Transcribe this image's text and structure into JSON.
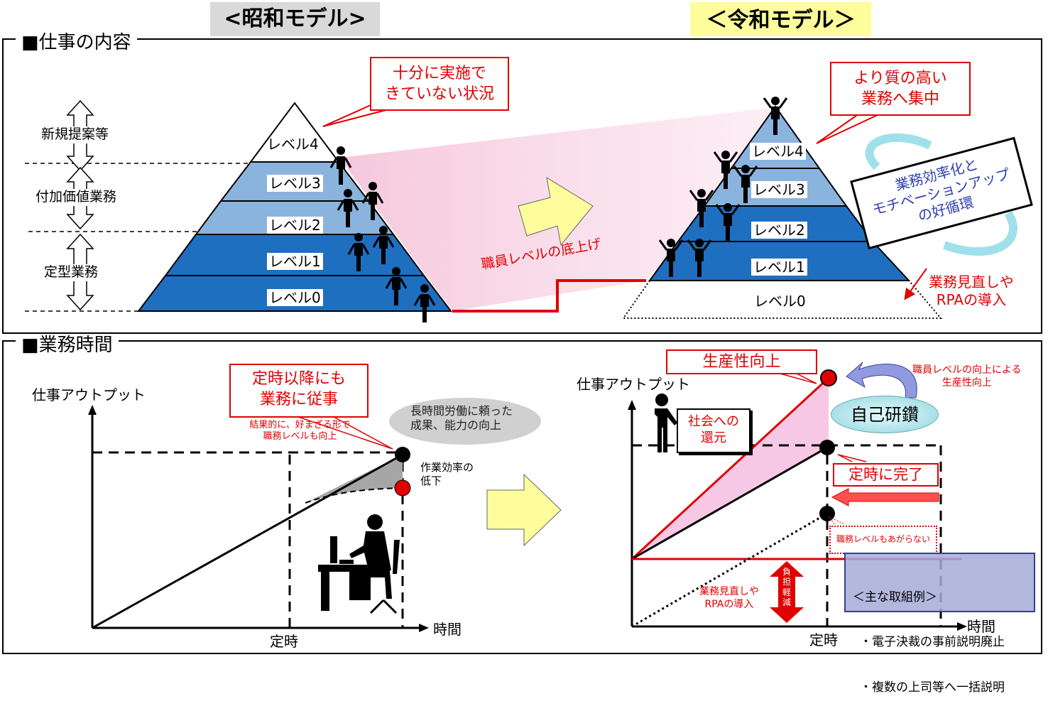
{
  "headers": {
    "showa": "<昭和モデル>",
    "reiwa": "＜令和モデル＞"
  },
  "section1": {
    "title": "■仕事の内容",
    "categories": [
      "新規提案等",
      "付加価値業務",
      "定型業務"
    ],
    "showa_levels": [
      "レベル4",
      "レベル3",
      "レベル2",
      "レベル1",
      "レベル0"
    ],
    "reiwa_levels": [
      "レベル4",
      "レベル3",
      "レベル2",
      "レベル1",
      "レベル0"
    ],
    "callout_showa": "十分に実施で\nきていない状況",
    "callout_reiwa": "より質の高い\n業務へ集中",
    "raise_label": "職員レベルの底上げ",
    "cycle_label": "業務効率化と\nモチベーションアップ\nの好循環",
    "rpa_label": "業務見直しや\nRPAの導入"
  },
  "section2": {
    "title": "■業務時間",
    "showa": {
      "y_label": "仕事アウトプット",
      "x_label": "時間",
      "teiji": "定時",
      "callout": "定時以降にも\n業務に従事",
      "sub_note": "結果的に、好まざる形で\n職務レベルも向上",
      "bubble": "長時間労働に頼った\n成果、能力の向上",
      "efficiency": "作業効率の\n低下"
    },
    "reiwa": {
      "y_label": "仕事アウトプット",
      "x_label": "時間",
      "teiji": "定時",
      "productivity": "生産性向上",
      "society": "社会への\n還元",
      "self_study": "自己研鑽",
      "level_note": "職員レベルの向上による\n生産性向上",
      "on_time": "定時に完了",
      "no_level_up": "職務レベルもあがらない",
      "burden": "負\n担\n軽\n減",
      "rpa": "業務見直しや\nRPAの導入",
      "examples_title": "＜主な取組例＞",
      "examples": [
        "・電子決裁の事前説明廃止",
        "・複数の上司等へ一括説明"
      ]
    }
  },
  "colors": {
    "red": "#e00000",
    "blue_dark": "#1f6fc0",
    "blue_light": "#8ab4de",
    "yellow": "#fdfd9c",
    "gray_header": "#d9d9d9",
    "pink": "#f7c8e6"
  }
}
